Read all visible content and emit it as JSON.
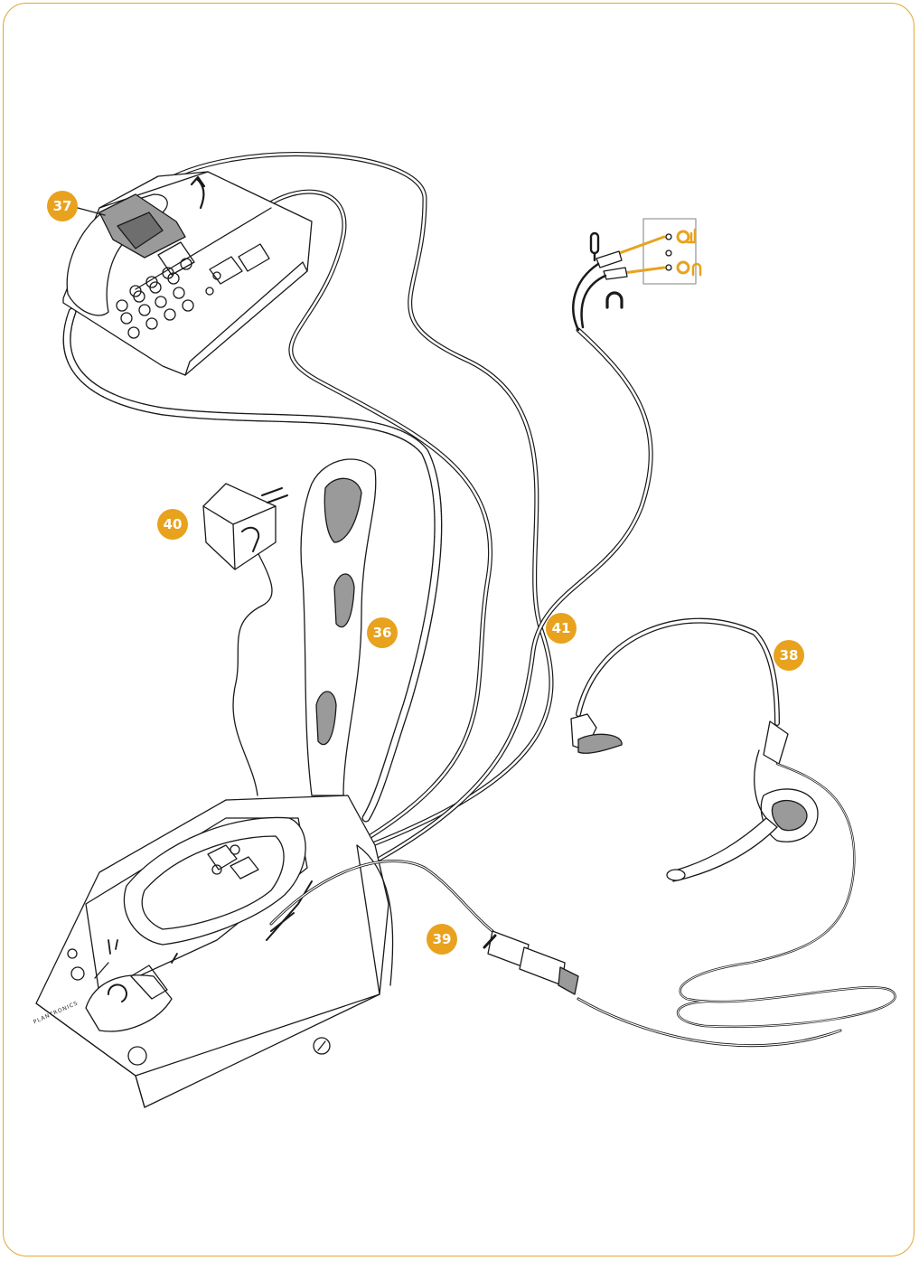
{
  "colors": {
    "accent": "#E8A21E",
    "line": "#1a1a1a",
    "shade": "#9a9a9a",
    "frame": "#e3a72b"
  },
  "callouts": {
    "c36": "36",
    "c37": "37",
    "c38": "38",
    "c39": "39",
    "c40": "40",
    "c41": "41"
  },
  "brand": "PLANTRONICS",
  "icons": [
    "microphone-icon",
    "headphone-icon",
    "arrow-up-icon"
  ]
}
